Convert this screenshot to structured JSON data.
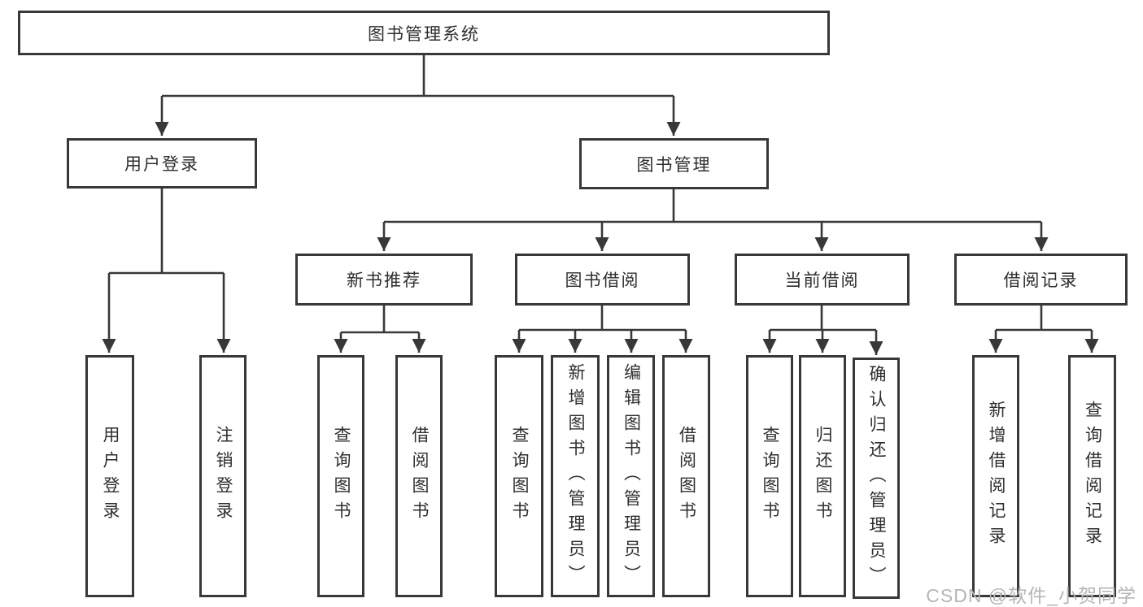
{
  "colors": {
    "line": "#383838",
    "text": "#2e2e2e",
    "box_bg": "#ffffff",
    "watermark": "#b5b5b5"
  },
  "watermark": "CSDN @软件_小贺同学",
  "tree": {
    "root": {
      "label": "图书管理系统"
    },
    "branches": [
      {
        "label": "用户登录",
        "children": [
          {
            "label": "用户登录"
          },
          {
            "label": "注销登录"
          }
        ]
      },
      {
        "label": "图书管理",
        "sections": [
          {
            "label": "新书推荐",
            "children": [
              {
                "label": "查询图书"
              },
              {
                "label": "借阅图书"
              }
            ]
          },
          {
            "label": "图书借阅",
            "children": [
              {
                "label": "查询图书"
              },
              {
                "label": "新增图书（管理员）"
              },
              {
                "label": "编辑图书（管理员）"
              },
              {
                "label": "借阅图书"
              }
            ]
          },
          {
            "label": "当前借阅",
            "children": [
              {
                "label": "查询图书"
              },
              {
                "label": "归还图书"
              },
              {
                "label": "确认归还（管理员）"
              }
            ]
          },
          {
            "label": "借阅记录",
            "children": [
              {
                "label": "新增借阅记录"
              },
              {
                "label": "查询借阅记录"
              }
            ]
          }
        ]
      }
    ]
  }
}
